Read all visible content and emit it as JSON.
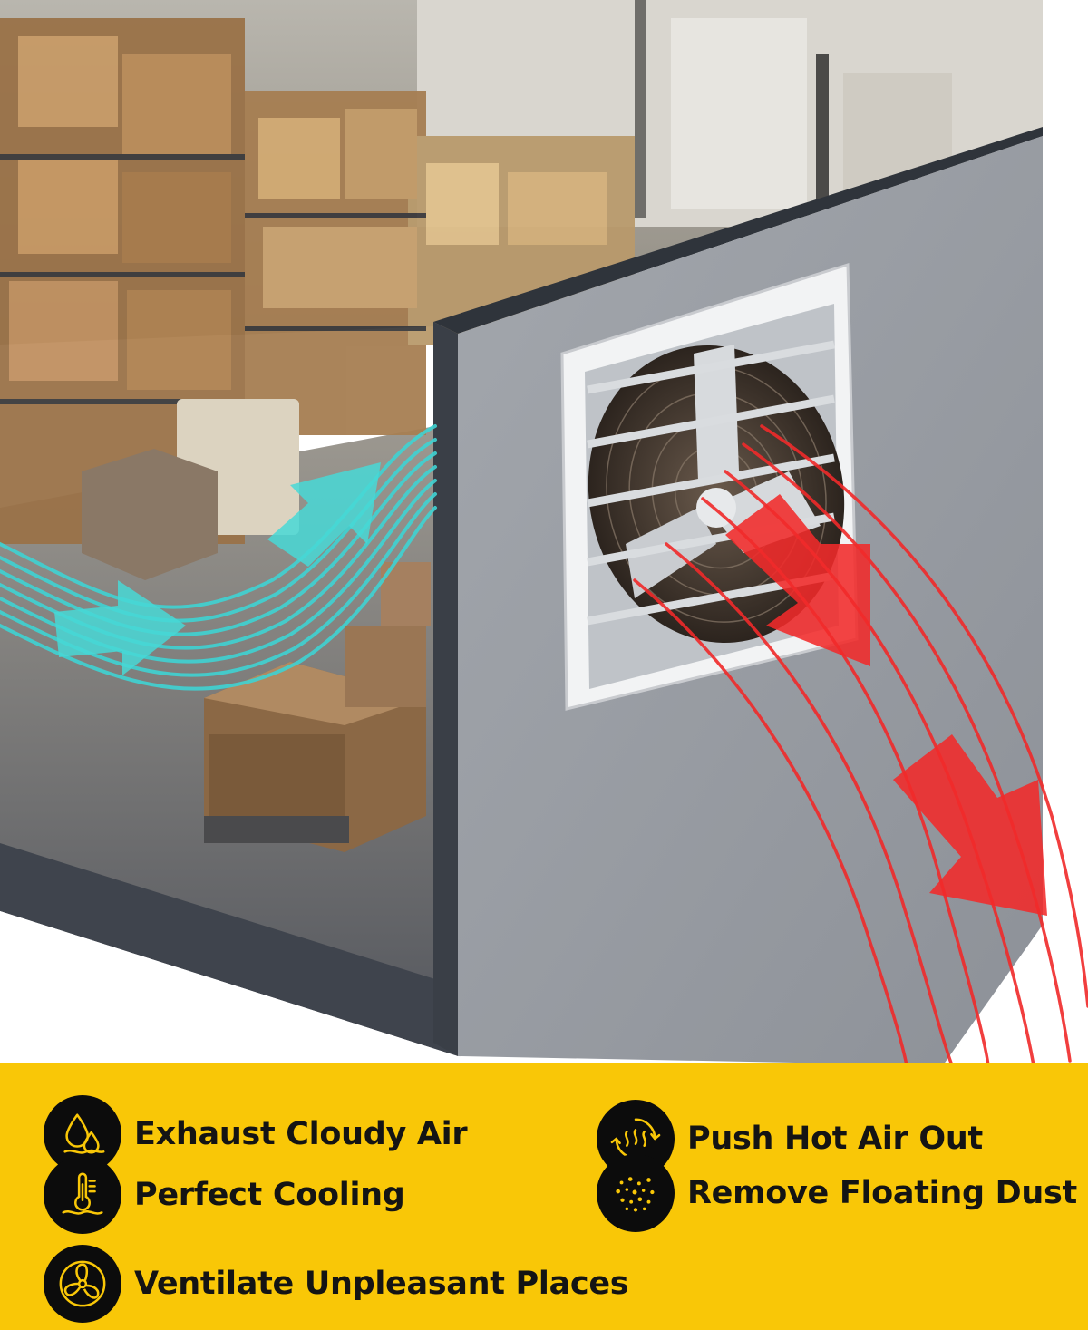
{
  "features": [
    {
      "label": "Exhaust Cloudy Air",
      "icon": "water-drops-icon"
    },
    {
      "label": "Push Hot Air Out",
      "icon": "heat-cycle-icon"
    },
    {
      "label": "Perfect Cooling",
      "icon": "thermometer-icon"
    },
    {
      "label": "Remove Floating Dust",
      "icon": "dust-particles-icon"
    },
    {
      "label": "Ventilate Unpleasant Places",
      "icon": "fan-icon"
    }
  ],
  "colors": {
    "band": "#f9c707",
    "badge": "#0c0c0c",
    "icon_stroke": "#f9c707",
    "cool_air": "#3fd3d3",
    "hot_air": "#f02a2a",
    "wall": "#9a9ea4"
  }
}
